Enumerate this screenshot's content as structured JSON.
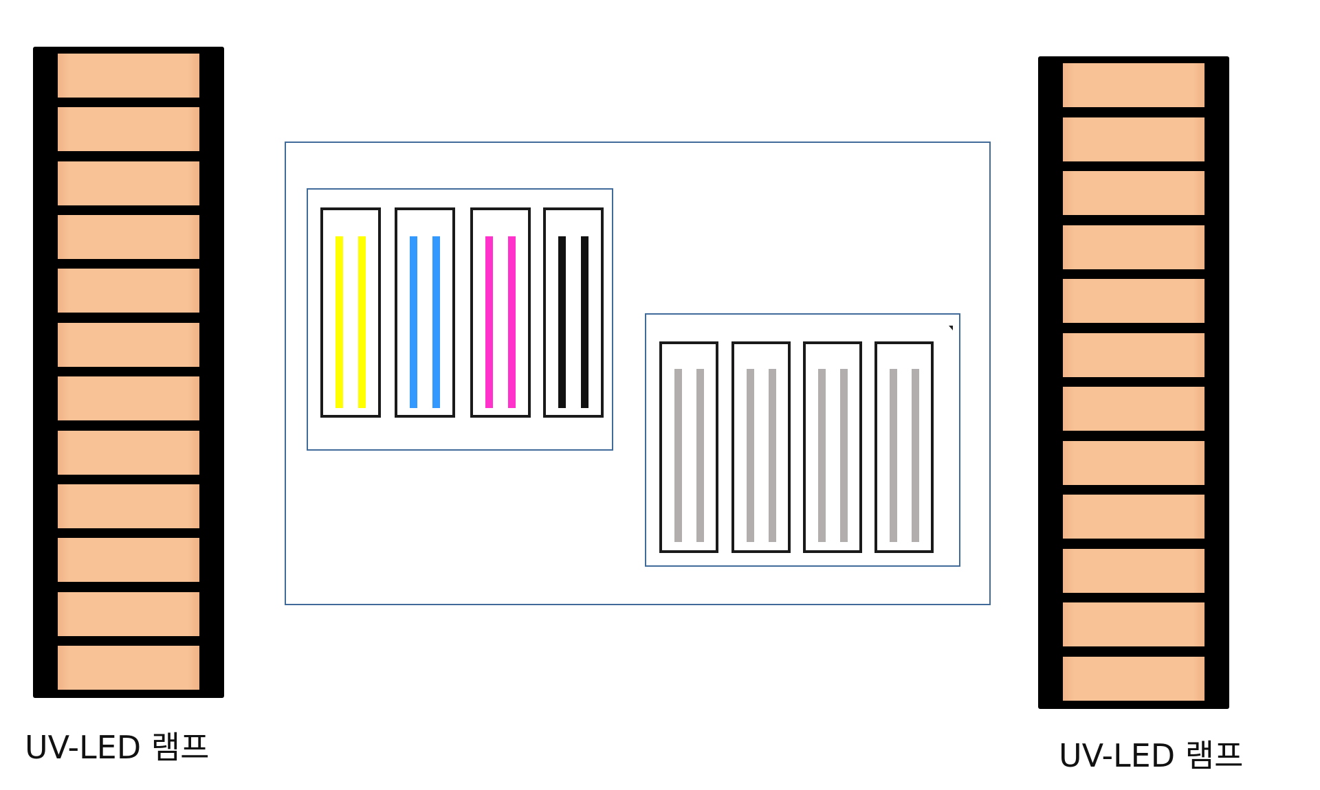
{
  "lamps": {
    "left_label": "UV-LED 램프",
    "right_label": "UV-LED 램프",
    "left_segments": 12,
    "right_segments": 12,
    "segment_color": "#f8c196",
    "body_color": "#000000"
  },
  "print_heads": {
    "color_group": [
      {
        "name": "yellow",
        "color": "#ffff00"
      },
      {
        "name": "cyan",
        "color": "#3399ff"
      },
      {
        "name": "magenta",
        "color": "#ff33cc"
      },
      {
        "name": "black",
        "color": "#111111"
      }
    ],
    "gray_group": [
      {
        "name": "gray-1",
        "color": "#b3aeae"
      },
      {
        "name": "gray-2",
        "color": "#b3aeae"
      },
      {
        "name": "gray-3",
        "color": "#b3aeae"
      },
      {
        "name": "gray-4",
        "color": "#b3aeae"
      }
    ],
    "frame_color": "#3f6a9a"
  }
}
